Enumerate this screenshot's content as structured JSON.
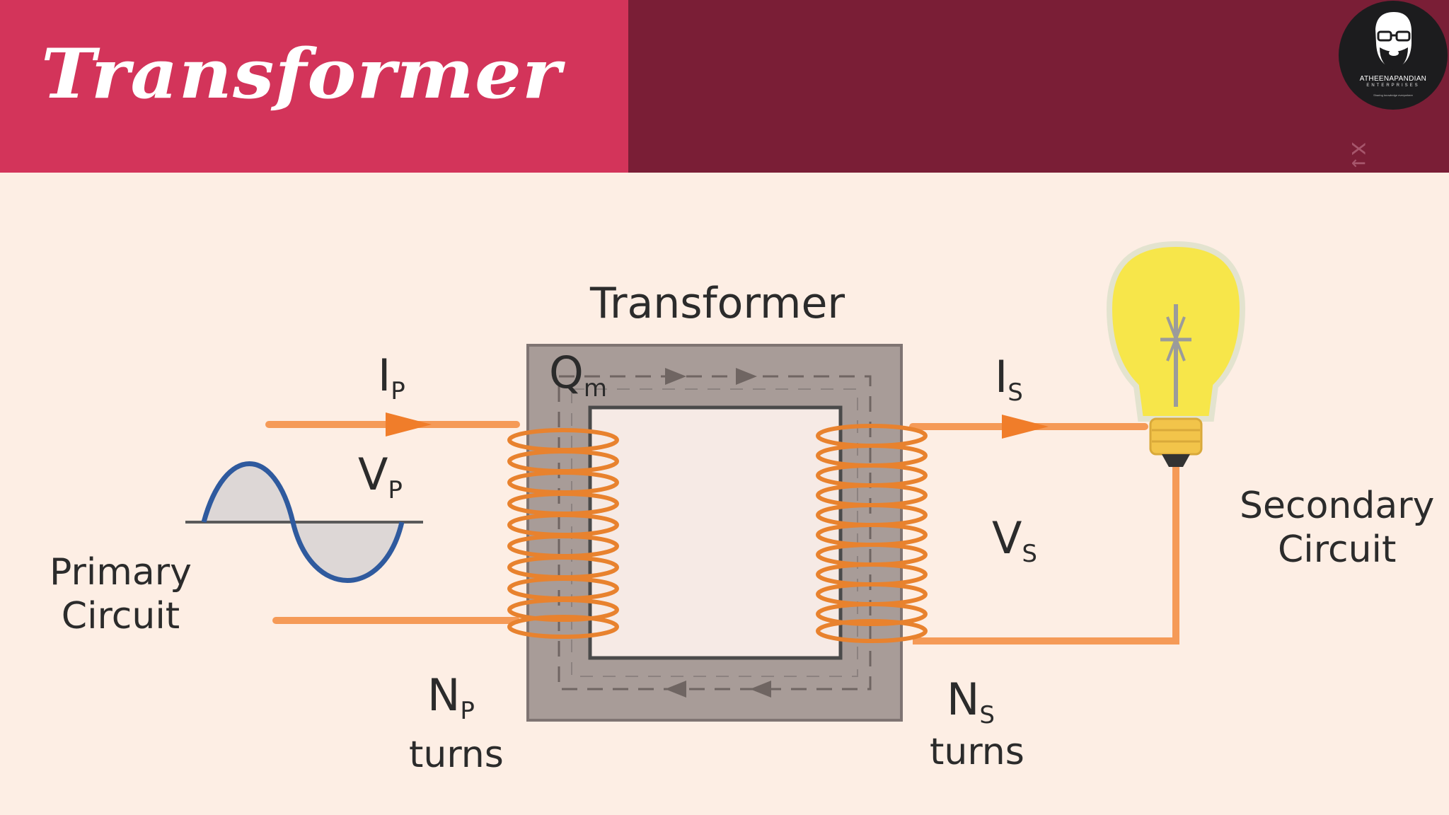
{
  "header": {
    "title": "Transformer",
    "colors": {
      "left_band": "#d3345a",
      "right_band": "#7a1e36"
    }
  },
  "logo": {
    "icon": "bearded-man-with-glasses-icon",
    "name": "ATHEENAPANDIAN",
    "sub": "ENTERPRISES",
    "tagline": "Sharing knowledge everywhere"
  },
  "side_mark": "x↓",
  "diagram": {
    "title": "Transformer",
    "flux": {
      "symbol": "Q",
      "subscript": "m"
    },
    "primary": {
      "current": {
        "symbol": "I",
        "subscript": "P"
      },
      "voltage": {
        "symbol": "V",
        "subscript": "P"
      },
      "turns": {
        "symbol": "N",
        "subscript": "P",
        "word": "turns"
      },
      "circuit_line1": "Primary",
      "circuit_line2": "Circuit"
    },
    "secondary": {
      "current": {
        "symbol": "I",
        "subscript": "S"
      },
      "voltage": {
        "symbol": "V",
        "subscript": "S"
      },
      "turns": {
        "symbol": "N",
        "subscript": "S",
        "word": "turns"
      },
      "circuit_line1": "Secondary",
      "circuit_line2": "Circuit"
    },
    "colors": {
      "wire": "#f59a57",
      "coil": "#e8822e",
      "core": "#a89c98",
      "sine": "#2f5a9e",
      "bulb": "#f7e64a"
    }
  }
}
